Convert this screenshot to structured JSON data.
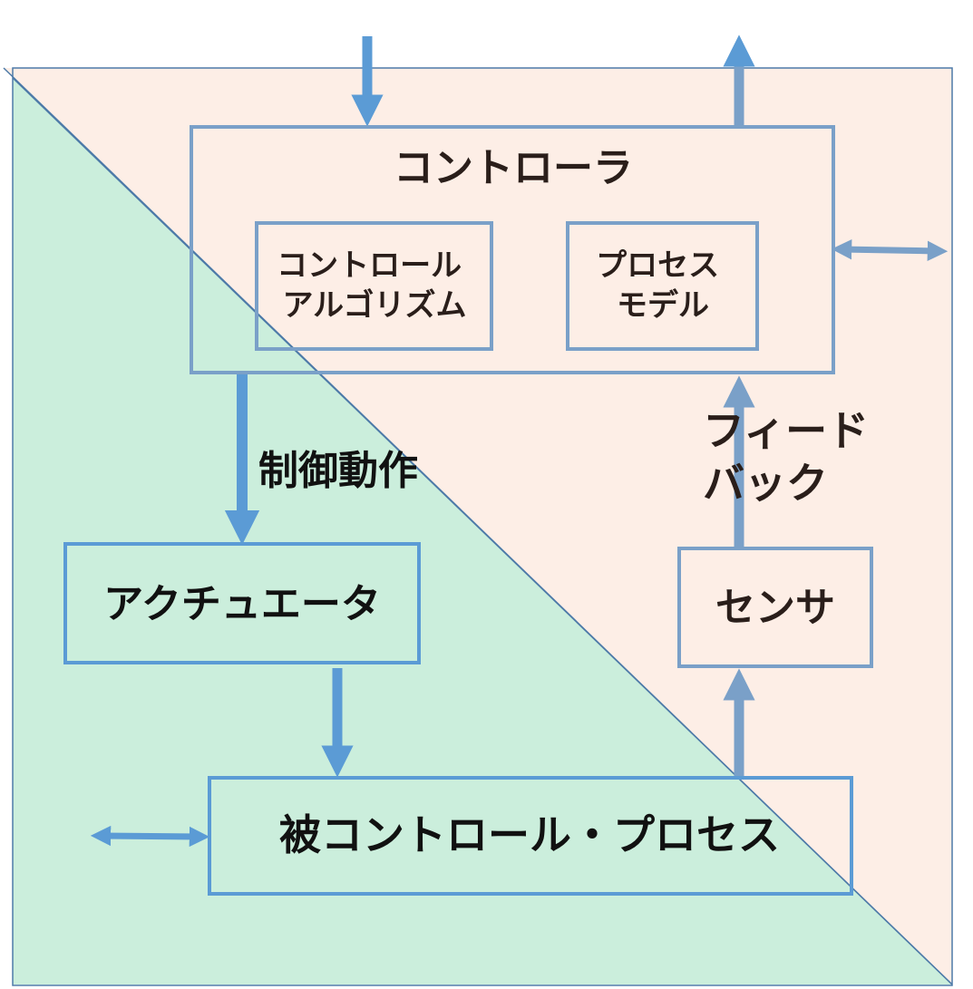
{
  "controller": {
    "title": "コントローラ",
    "algorithm": [
      "コントロール",
      "アルゴリズム"
    ],
    "process_model": [
      "プロセス",
      "モデル"
    ]
  },
  "control_action": "制御動作",
  "feedback": [
    "フィード",
    "バック"
  ],
  "actuator": "アクチュエータ",
  "sensor": "センサ",
  "controlled_process": "被コントロール・プロセス",
  "colors": {
    "upper_region": "#fdeee6",
    "lower_region": "#cbeedc",
    "box_stroke": "#7aa0c8",
    "arrow": "#5b9bd5",
    "frame": "#4d7aa8"
  }
}
